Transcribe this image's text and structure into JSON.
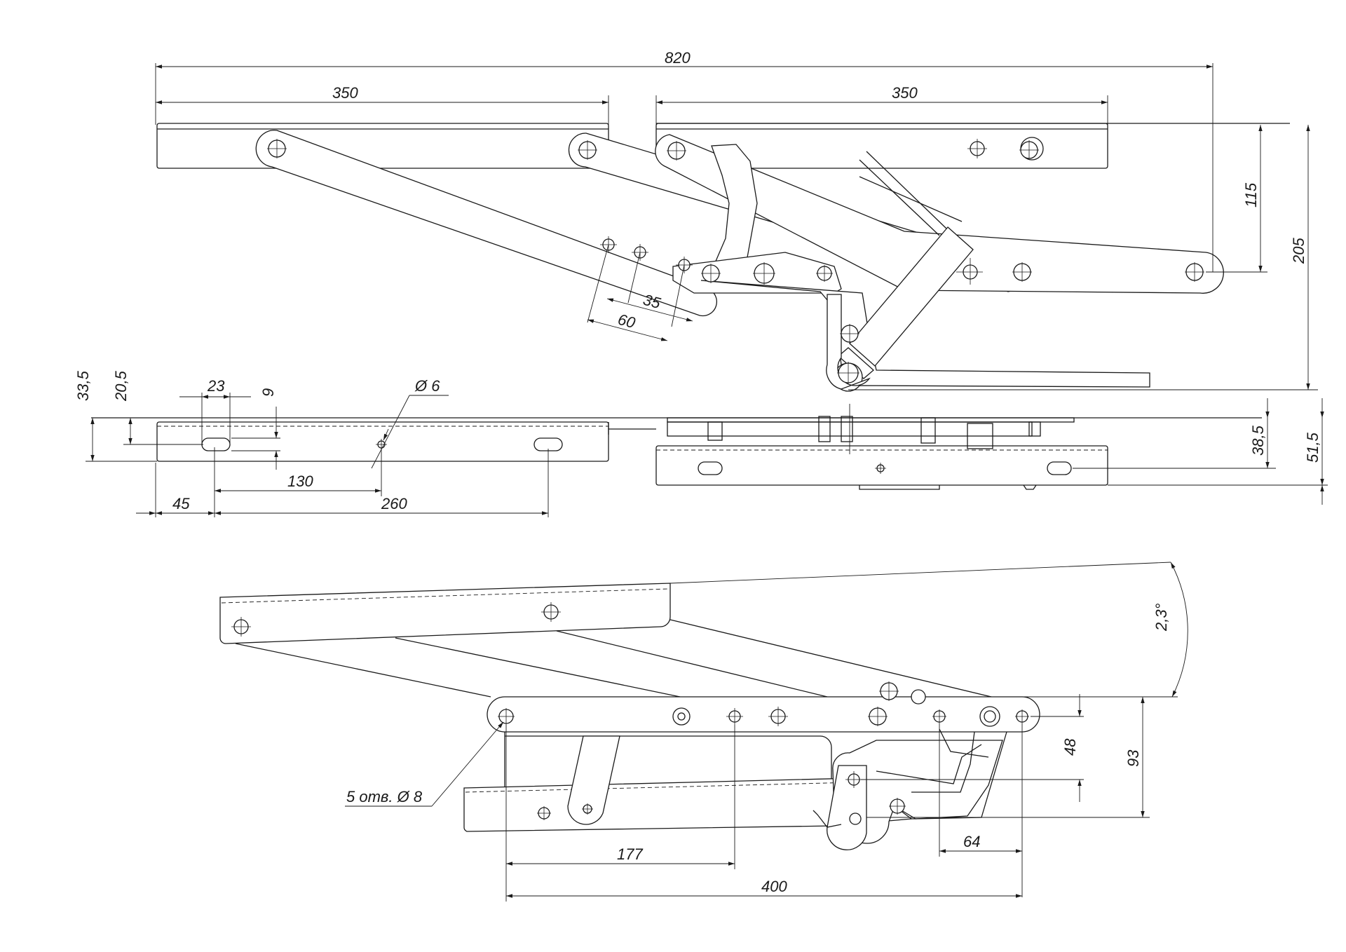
{
  "dimensions": {
    "top_overall": "820",
    "top_left_bar": "350",
    "top_right_bar": "350",
    "top_height_115": "115",
    "top_height_205": "205",
    "hole_35": "35",
    "hole_60": "60",
    "mid_33_5": "33,5",
    "mid_20_5": "20,5",
    "mid_23": "23",
    "mid_9": "9",
    "mid_phi6": "Ø 6",
    "mid_130": "130",
    "mid_45": "45",
    "mid_260": "260",
    "mid_38_5": "38,5",
    "mid_51_5": "51,5",
    "bot_angle": "2,3°",
    "bot_holes": "5 отв. Ø 8",
    "bot_48": "48",
    "bot_93": "93",
    "bot_64": "64",
    "bot_177": "177",
    "bot_400": "400"
  },
  "colors": {
    "line": "#1a1a1a",
    "background": "#ffffff"
  }
}
